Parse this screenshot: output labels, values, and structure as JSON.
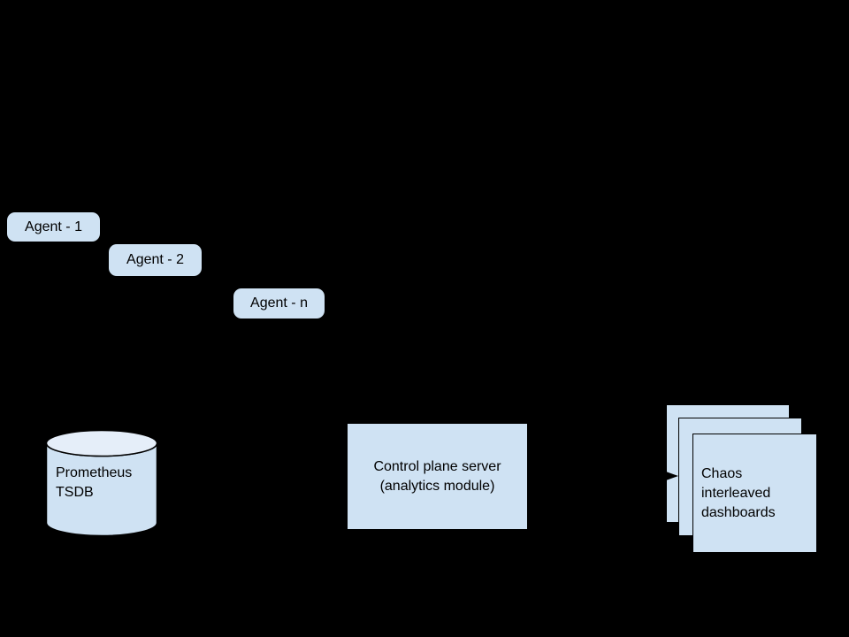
{
  "canvas": {
    "background": "#000000"
  },
  "colors": {
    "canvas_bg": "#000000",
    "shape_fill": "#cfe2f3",
    "cylinder_top_fill": "#e5eef9",
    "outline": "#000000",
    "text_color": "#000000"
  },
  "agents": [
    {
      "label": "Agent - 1"
    },
    {
      "label": "Agent - 2"
    },
    {
      "label": "Agent - n"
    }
  ],
  "database": {
    "lines": [
      "Prometheus",
      "TSDB"
    ]
  },
  "server": {
    "lines": [
      "Control plane server",
      "(analytics module)"
    ]
  },
  "dashboards": {
    "lines": [
      "Chaos",
      "interleaved",
      "dashboards"
    ]
  },
  "icons": {
    "database": "database-cylinder",
    "connector": "right-arrowhead"
  }
}
